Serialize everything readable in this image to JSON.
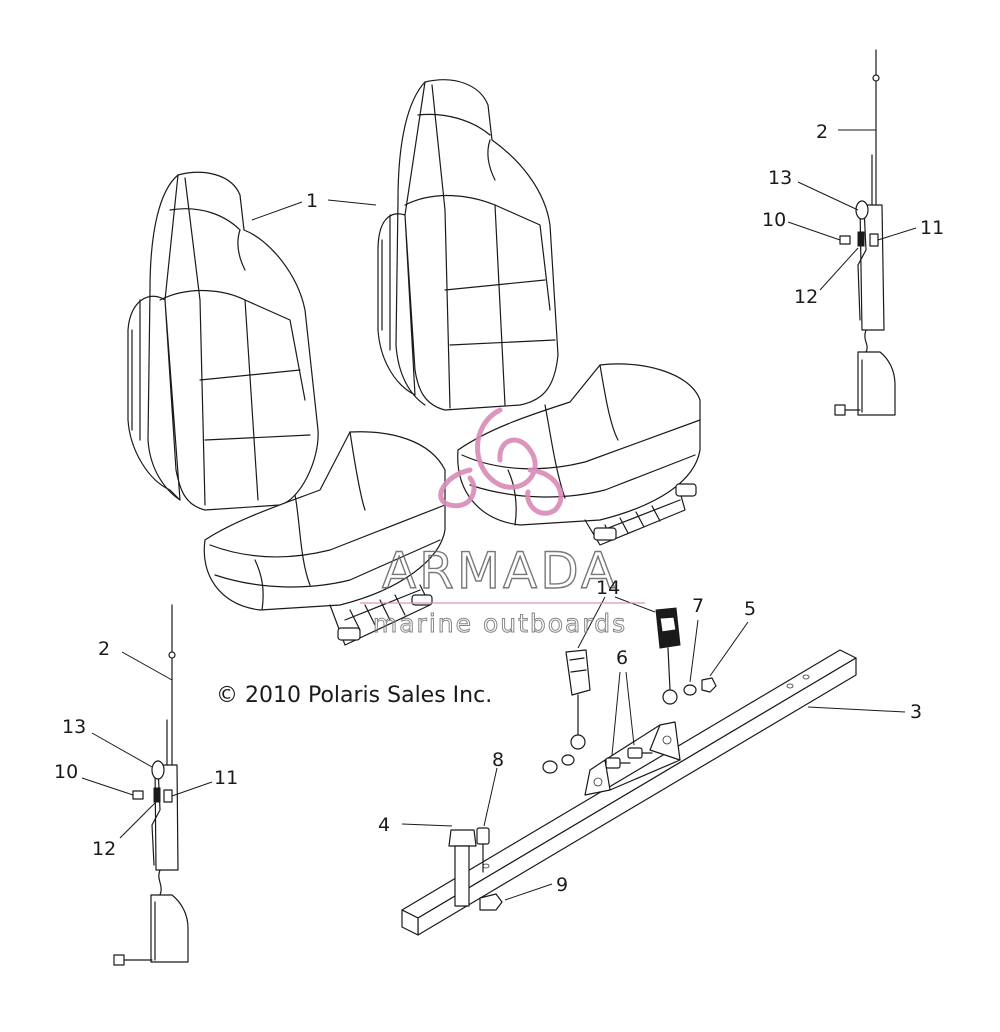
{
  "copyright": "© 2010 Polaris Sales Inc.",
  "watermark": {
    "brand": "ARMADA",
    "tagline": "marine outboards",
    "logo_color": "#d98ab6",
    "text_color": "#6a6a6a"
  },
  "callouts": {
    "seat_1": "1",
    "belt_right_2": "2",
    "belt_right_13": "13",
    "belt_right_10": "10",
    "belt_right_11": "11",
    "belt_right_12": "12",
    "belt_left_2": "2",
    "belt_left_13": "13",
    "belt_left_10": "10",
    "belt_left_11": "11",
    "belt_left_12": "12",
    "buckle_14": "14",
    "washer_7": "7",
    "nut_5": "5",
    "bolt_6": "6",
    "bar_3": "3",
    "stud_8": "8",
    "bolt_4": "4",
    "nut_9": "9"
  },
  "icons": {
    "watermark_logo": "propeller-logo-icon"
  }
}
